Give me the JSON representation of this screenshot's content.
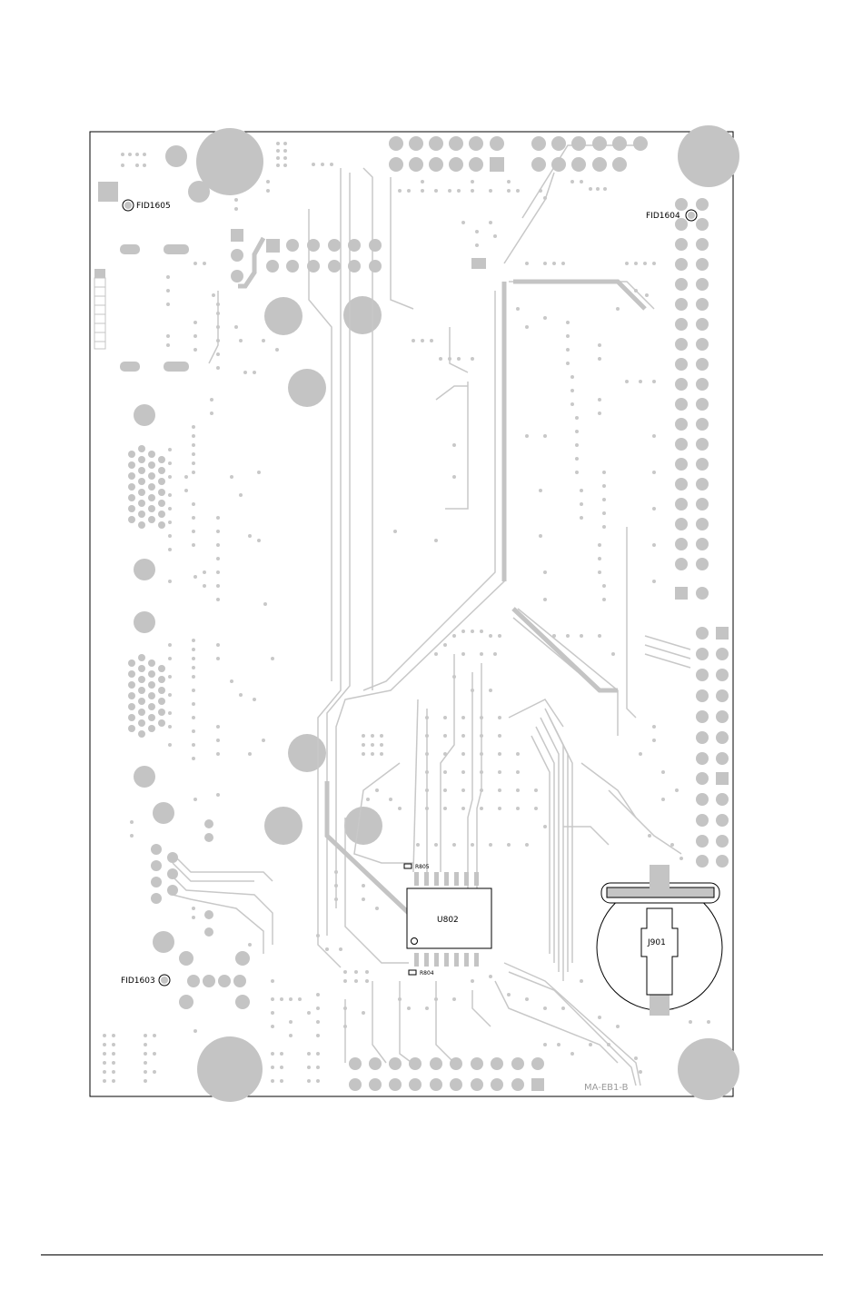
{
  "labels": {
    "fid_top_left": "FID1605",
    "fid_top_right": "FID1604",
    "fid_bottom_left": "FID1603",
    "ic_main": "U802",
    "battery": "J901",
    "res_top": "R805",
    "res_bottom": "R804",
    "board_code": "MA-EB1-B"
  },
  "colors": {
    "copper": "#c4c4c4",
    "trace": "#c8c8c8",
    "outline": "#000000",
    "board_code_text": "#9a9a9a"
  }
}
